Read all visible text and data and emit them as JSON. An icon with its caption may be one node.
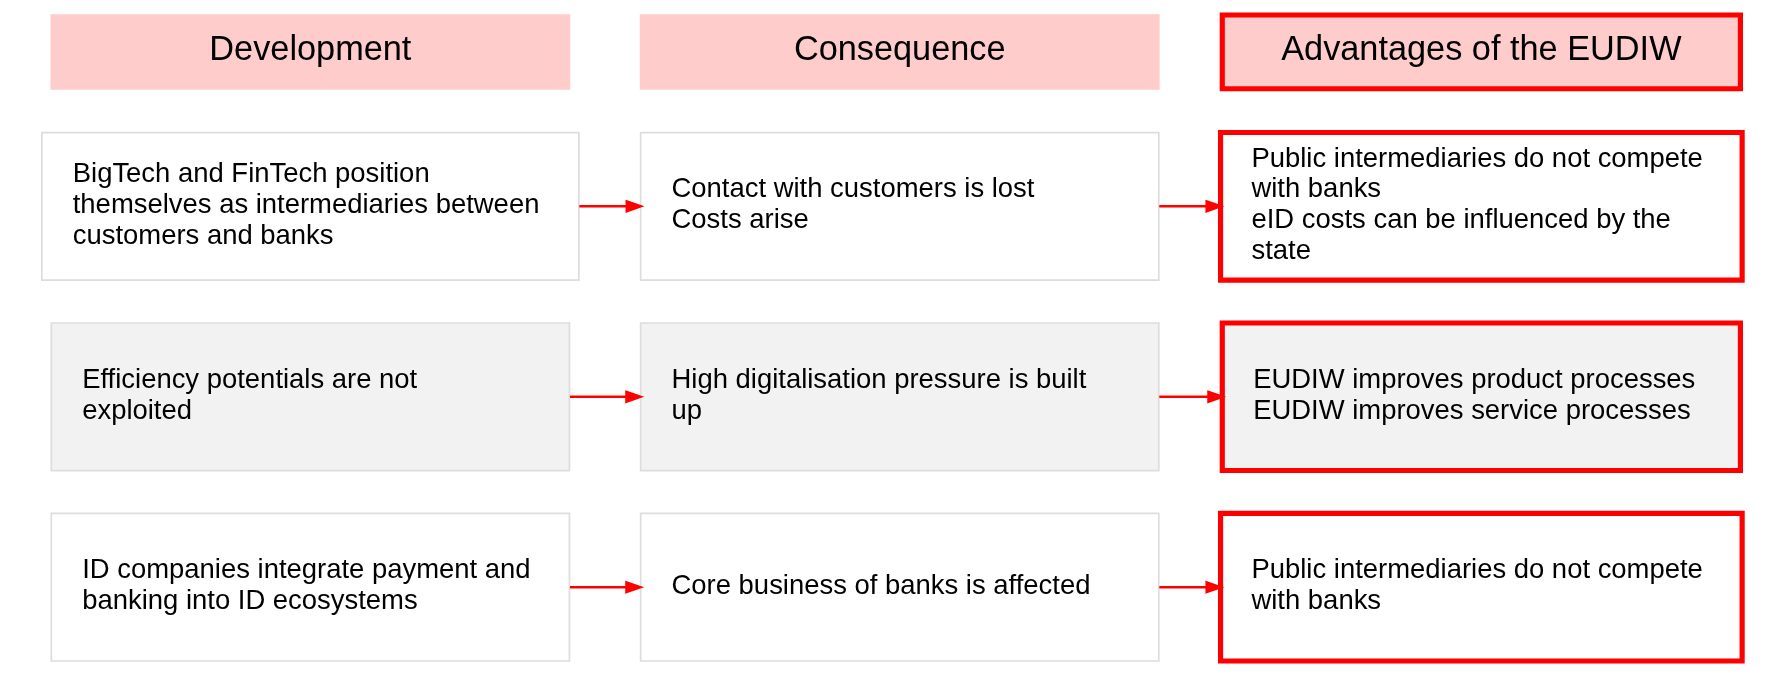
{
  "diagram": {
    "nodes": [
      {
        "text": [
          "Development"
        ]
      },
      {
        "text": [
          "Consequence"
        ]
      },
      {
        "text": [
          "Advantages of the EUDIW"
        ]
      },
      {
        "text": [
          "BigTech and FinTech position themselves as intermediaries between customers and banks"
        ]
      },
      {
        "text": [
          "Contact with customers is lost",
          "Costs arise"
        ]
      },
      {
        "text": [
          "Public intermediaries do not compete with banks",
          "eID costs can be influenced by the state"
        ]
      },
      {
        "text": [
          "Efficiency potentials are not exploited"
        ]
      },
      {
        "text": [
          "High digitalisation pressure is built up"
        ]
      },
      {
        "text": [
          "EUDIW improves product processes",
          "EUDIW improves service processes"
        ]
      },
      {
        "text": [
          "ID companies integrate payment and banking into ID ecosystems"
        ]
      },
      {
        "text": [
          "Core business of banks is affected"
        ]
      },
      {
        "text": [
          "Public intermediaries do not compete with banks"
        ]
      }
    ],
    "edges": [
      {
        "from": 3,
        "to": 4,
        "arrow": "to"
      },
      {
        "from": 4,
        "to": 5,
        "arrow": "to"
      },
      {
        "from": 6,
        "to": 7,
        "arrow": "to"
      },
      {
        "from": 7,
        "to": 8,
        "arrow": "to"
      },
      {
        "from": 9,
        "to": 10,
        "arrow": "to"
      },
      {
        "from": 10,
        "to": 11,
        "arrow": "to"
      }
    ]
  }
}
